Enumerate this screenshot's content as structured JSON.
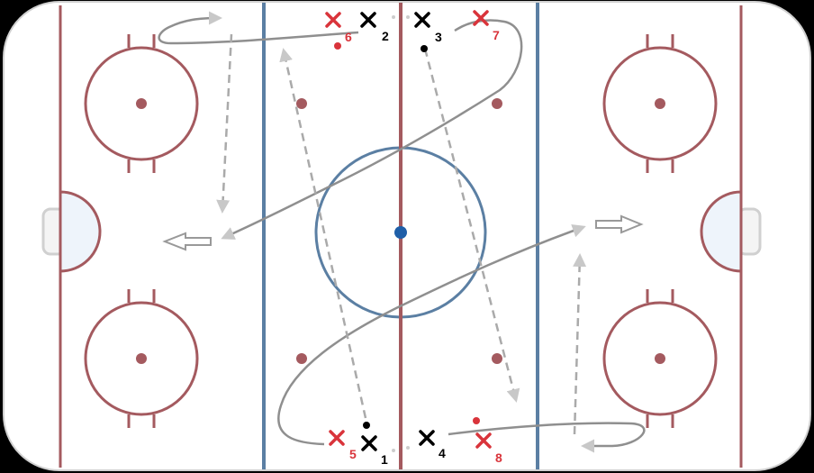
{
  "colors": {
    "background": "#000000",
    "ice": "#ffffff",
    "boards": "#cccccc",
    "red_line": "#a45a5f",
    "blue_line": "#5b7fa3",
    "center_dot": "#1f5fa8",
    "crease": "#eef4fb",
    "path": "#8f8f8f",
    "pass": "#bbbbbb",
    "team_black": "#000000",
    "team_red": "#d9343b"
  },
  "players": [
    {
      "id": "p1",
      "label": "1",
      "team": "black"
    },
    {
      "id": "p2",
      "label": "2",
      "team": "black"
    },
    {
      "id": "p3",
      "label": "3",
      "team": "black"
    },
    {
      "id": "p4",
      "label": "4",
      "team": "black"
    },
    {
      "id": "p5",
      "label": "5",
      "team": "red"
    },
    {
      "id": "p6",
      "label": "6",
      "team": "red"
    },
    {
      "id": "p7",
      "label": "7",
      "team": "red"
    },
    {
      "id": "p8",
      "label": "8",
      "team": "red"
    }
  ],
  "legend_arrows": [
    {
      "id": "left",
      "direction": "left"
    },
    {
      "id": "right",
      "direction": "right"
    }
  ]
}
